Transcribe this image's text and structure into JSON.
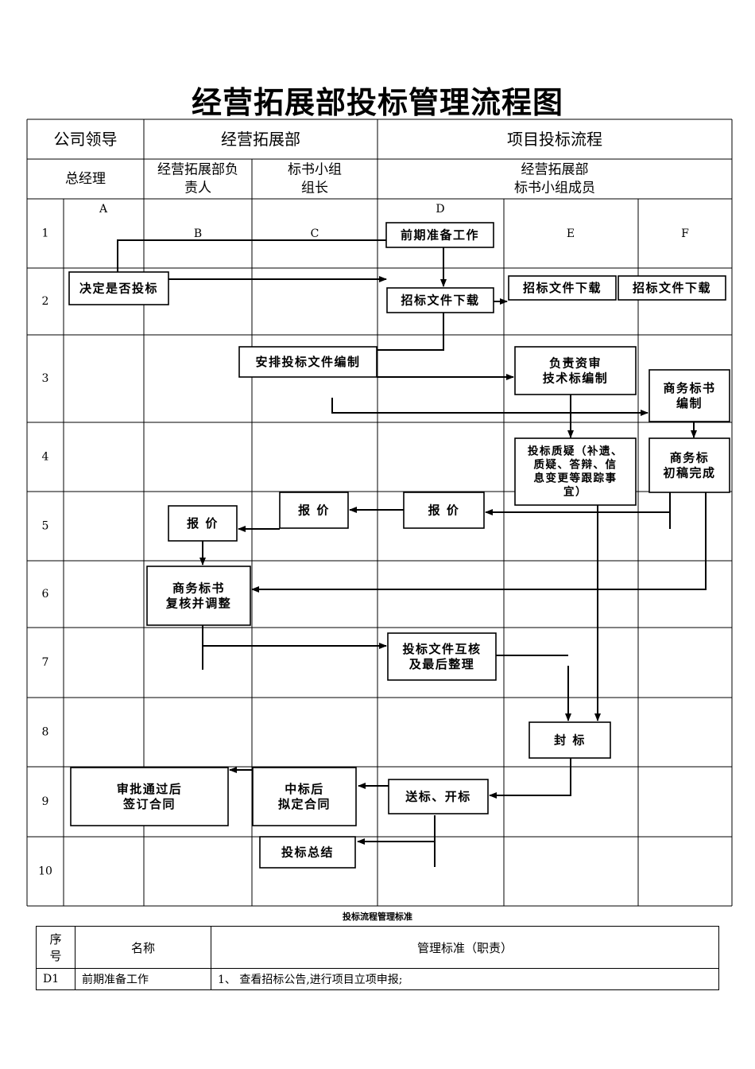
{
  "title": "经营拓展部投标管理流程图",
  "header": {
    "row1": [
      "公司领导",
      "经营拓展部",
      "项目投标流程"
    ],
    "row2": [
      "总经理",
      "经营拓展部负\n责人",
      "标书小组\n组长",
      "经营拓展部\n标书小组成员"
    ]
  },
  "columns": [
    "A",
    "B",
    "C",
    "D",
    "E",
    "F"
  ],
  "rows": [
    "1",
    "2",
    "3",
    "4",
    "5",
    "6",
    "7",
    "8",
    "9",
    "10"
  ],
  "boxes": [
    {
      "id": "qiqi",
      "text": "前期准备工作"
    },
    {
      "id": "jueding",
      "text": "决定是否投标"
    },
    {
      "id": "xiazai-d",
      "text": "招标文件下载"
    },
    {
      "id": "xiazai-e",
      "text": "招标文件下载"
    },
    {
      "id": "xiazai-f",
      "text": "招标文件下载"
    },
    {
      "id": "anpai",
      "text": "安排投标文件编制"
    },
    {
      "id": "fuze",
      "text": "负责资审\n技术标编制"
    },
    {
      "id": "shangwu-bz",
      "text": "商务标书\n编制"
    },
    {
      "id": "zhiyi",
      "text": "投标质疑（补遗、\n质疑、答辩、信\n息变更等跟踪事\n宜）"
    },
    {
      "id": "chugao",
      "text": "商务标\n初稿完成"
    },
    {
      "id": "baojia-b",
      "text": "报 价"
    },
    {
      "id": "baojia-c",
      "text": "报 价"
    },
    {
      "id": "baojia-d",
      "text": "报 价"
    },
    {
      "id": "fuhe",
      "text": "商务标书\n复核并调整"
    },
    {
      "id": "huhe",
      "text": "投标文件互核\n及最后整理"
    },
    {
      "id": "fengbiao",
      "text": "封 标"
    },
    {
      "id": "shenpi",
      "text": "审批通过后\n签订合同"
    },
    {
      "id": "zhongbiao",
      "text": "中标后\n拟定合同"
    },
    {
      "id": "songbiao",
      "text": "送标、开标"
    },
    {
      "id": "zongjie",
      "text": "投标总结"
    }
  ],
  "standards": {
    "caption": "投标流程管理标准",
    "headers": [
      "序\n号",
      "名称",
      "管理标准（职责）"
    ],
    "rows": [
      {
        "no": "D1",
        "name": "前期准备工作",
        "standard": "1、 查看招标公告,进行项目立项申报;"
      }
    ]
  }
}
